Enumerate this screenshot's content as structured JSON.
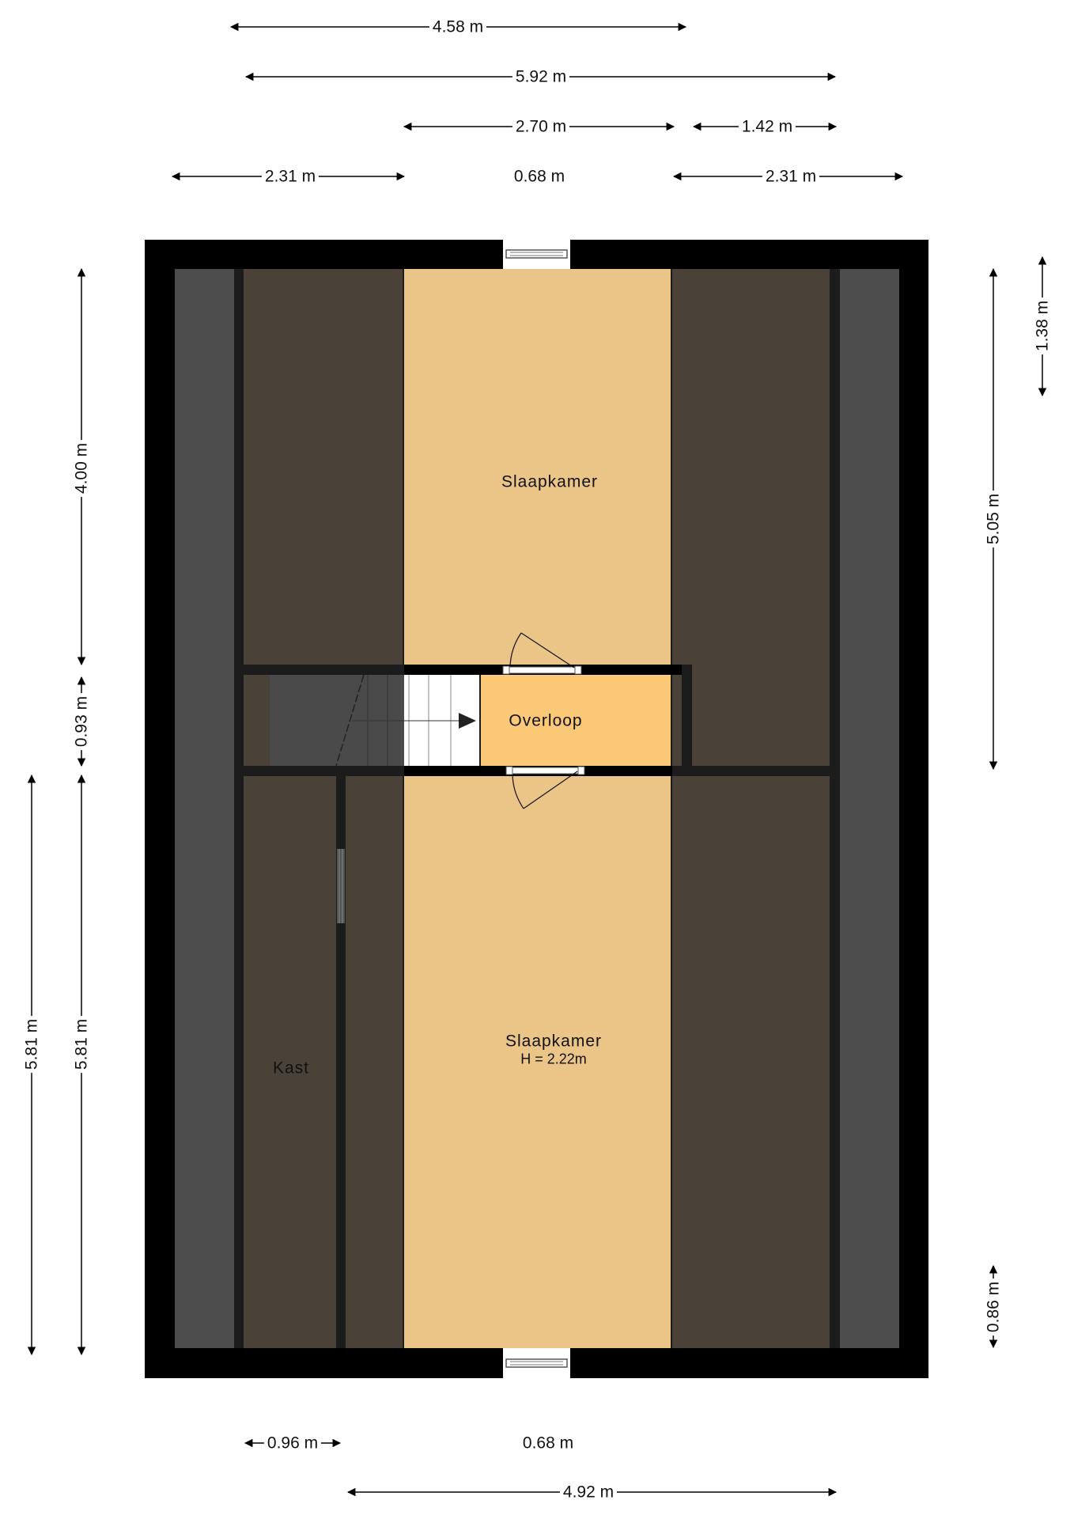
{
  "floorplan": {
    "colors": {
      "wall": "#000000",
      "inner_wall": "#1c1c1c",
      "slope_zone": "#4d4d4d",
      "low_ceiling": "#4a4238",
      "bedroom": "#ebc487",
      "landing": "#fbc878",
      "stair": "#ffffff",
      "stair_dark": "#4a4a4a"
    },
    "rooms": [
      {
        "id": "slaapkamer-top",
        "name": "Slaapkamer"
      },
      {
        "id": "overloop",
        "name": "Overloop"
      },
      {
        "id": "slaapkamer-bottom",
        "name": "Slaapkamer",
        "height": "H = 2.22m"
      },
      {
        "id": "kast",
        "name": "Kast"
      }
    ],
    "dimensions": {
      "top": [
        {
          "label": "4.58 m"
        },
        {
          "label": "5.92 m"
        },
        {
          "label": "2.70 m"
        },
        {
          "label": "1.42 m"
        },
        {
          "label": "2.31 m"
        },
        {
          "label": "0.68 m"
        },
        {
          "label": "2.31 m"
        }
      ],
      "left": [
        {
          "label": "4.00 m"
        },
        {
          "label": "0.93 m"
        },
        {
          "label": "5.81 m"
        },
        {
          "label": "5.81 m"
        }
      ],
      "right": [
        {
          "label": "1.38 m"
        },
        {
          "label": "5.05 m"
        },
        {
          "label": "0.86 m"
        }
      ],
      "bottom": [
        {
          "label": "0.96 m"
        },
        {
          "label": "0.68 m"
        },
        {
          "label": "4.92 m"
        }
      ]
    }
  }
}
